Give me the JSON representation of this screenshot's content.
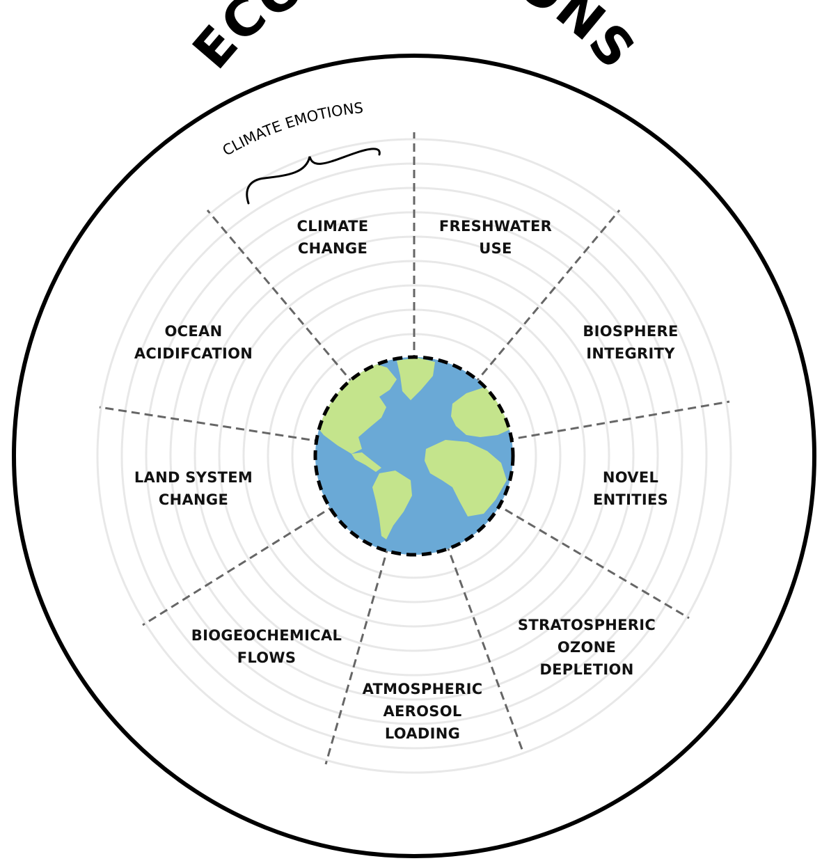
{
  "title": "ECO-EMOTIONS",
  "subgroup_label": "CLIMATE EMOTIONS",
  "segments": [
    {
      "lines": [
        "CLIMATE",
        "CHANGE"
      ]
    },
    {
      "lines": [
        "FRESHWATER",
        "USE"
      ]
    },
    {
      "lines": [
        "BIOSPHERE",
        "INTEGRITY"
      ]
    },
    {
      "lines": [
        "NOVEL",
        "ENTITIES"
      ]
    },
    {
      "lines": [
        "STRATOSPHERIC",
        "OZONE",
        "DEPLETION"
      ]
    },
    {
      "lines": [
        "ATMOSPHERIC",
        "AEROSOL",
        "LOADING"
      ]
    },
    {
      "lines": [
        "BIOGEOCHEMICAL",
        "FLOWS"
      ]
    },
    {
      "lines": [
        "LAND SYSTEM",
        "CHANGE"
      ]
    },
    {
      "lines": [
        "OCEAN",
        "ACIDIFCATION"
      ]
    }
  ],
  "colors": {
    "ocean": "#6aa9d6",
    "land": "#c4e48c",
    "rings": "#e8e8e8",
    "dividers": "#666666",
    "outline": "#000000"
  },
  "center_icon": "globe-icon"
}
